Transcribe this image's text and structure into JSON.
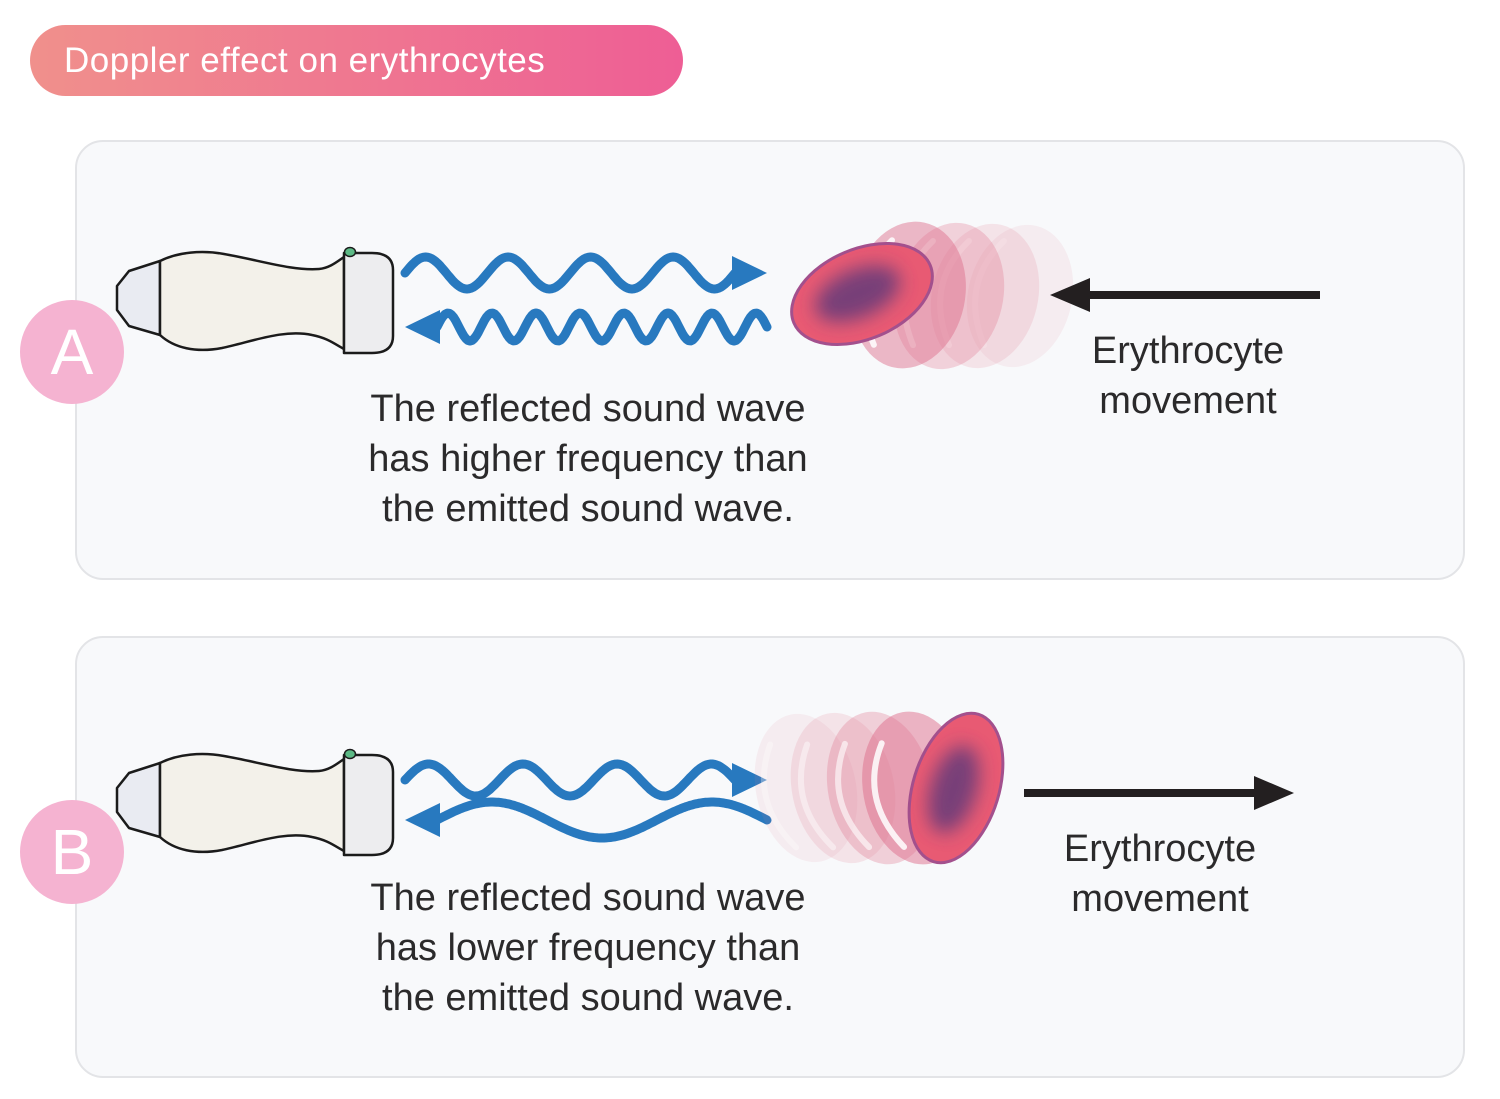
{
  "title": "Doppler effect on erythrocytes",
  "colors": {
    "banner_gradient_start": "#F0908C",
    "banner_gradient_end": "#EE5E95",
    "wave_blue": "#2879BF",
    "arrow_black": "#231F20",
    "badge_pink": "#F5B3D1",
    "cell_pink": "#E85A73",
    "cell_core_purple": "#6E3E79",
    "panel_bg": "#F8F9FB",
    "text_dark": "#2B2A2B"
  },
  "panels": [
    {
      "label": "A",
      "caption_lines": [
        "The reflected sound wave",
        "has higher frequency than",
        "the emitted sound wave."
      ],
      "movement_label_lines": [
        "Erythrocyte",
        "movement"
      ],
      "movement_direction": "left",
      "emitted_wave": {
        "direction": "right",
        "cycles": 4,
        "amplitude": 16
      },
      "reflected_wave": {
        "direction": "left",
        "cycles": 7.5,
        "amplitude": 14
      }
    },
    {
      "label": "B",
      "caption_lines": [
        "The reflected sound wave",
        "has lower frequency than",
        "the emitted sound wave."
      ],
      "movement_label_lines": [
        "Erythrocyte",
        "movement"
      ],
      "movement_direction": "right",
      "emitted_wave": {
        "direction": "right",
        "cycles": 3.5,
        "amplitude": 16
      },
      "reflected_wave": {
        "direction": "left",
        "cycles": 1.5,
        "amplitude": 18
      }
    }
  ]
}
